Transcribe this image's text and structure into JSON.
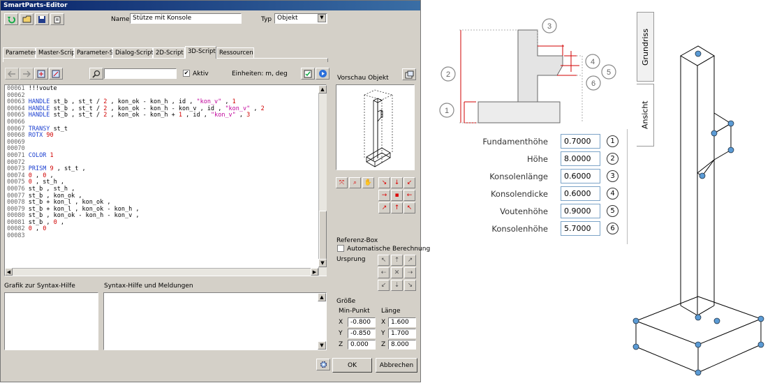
{
  "window": {
    "title": "SmartParts-Editor"
  },
  "header": {
    "name_label": "Name",
    "name_value": "Stütze mit Konsole",
    "type_label": "Typ",
    "type_value": "Objekt"
  },
  "tabs": [
    "Parameter",
    "Master-Script",
    "Parameter-Script",
    "Dialog-Script",
    "2D-Script",
    "3D-Script",
    "Ressourcen"
  ],
  "active_tab": "3D-Script",
  "script_toolbar": {
    "search_value": "",
    "aktiv_label": "Aktiv",
    "aktiv_checked": true,
    "units_label": "Einheiten: m, deg"
  },
  "code_lines": [
    {
      "n": "00061",
      "t": "!!!voute"
    },
    {
      "n": "00062",
      "t": ""
    },
    {
      "n": "00063",
      "t": "HANDLE st_b , st_t / 2 , kon_ok - kon_h , id , \"kon_v\" , 1"
    },
    {
      "n": "00064",
      "t": "HANDLE st_b , st_t / 2 , kon_ok - kon_h - kon_v , id , \"kon_v\" , 2"
    },
    {
      "n": "00065",
      "t": "HANDLE st_b , st_t / 2 , kon_ok - kon_h + 1 , id , \"kon_v\" , 3"
    },
    {
      "n": "00066",
      "t": ""
    },
    {
      "n": "00067",
      "t": "TRANSY st_t"
    },
    {
      "n": "00068",
      "t": "ROTX 90"
    },
    {
      "n": "00069",
      "t": ""
    },
    {
      "n": "00070",
      "t": ""
    },
    {
      "n": "00071",
      "t": "COLOR 1"
    },
    {
      "n": "00072",
      "t": ""
    },
    {
      "n": "00073",
      "t": "PRISM 9 , st_t ,"
    },
    {
      "n": "00074",
      "t": "0 , 0 ,"
    },
    {
      "n": "00075",
      "t": "0 , st_h ,"
    },
    {
      "n": "00076",
      "t": "st_b , st_h ,"
    },
    {
      "n": "00077",
      "t": "st_b , kon_ok ,"
    },
    {
      "n": "00078",
      "t": "st_b + kon_l , kon_ok ,"
    },
    {
      "n": "00079",
      "t": "st_b + kon_l , kon_ok - kon_h ,"
    },
    {
      "n": "00080",
      "t": "st_b , kon_ok - kon_h - kon_v ,"
    },
    {
      "n": "00081",
      "t": "st_b , 0 ,"
    },
    {
      "n": "00082",
      "t": "0 , 0"
    },
    {
      "n": "00083",
      "t": ""
    }
  ],
  "keywords": [
    "HANDLE",
    "TRANSY",
    "ROTX",
    "COLOR",
    "PRISM"
  ],
  "preview": {
    "label": "Vorschau Objekt"
  },
  "referenz": {
    "title": "Referenz-Box",
    "auto_label": "Automatische Berechnung",
    "auto_checked": false,
    "origin_label": "Ursprung"
  },
  "groesse": {
    "title": "Größe",
    "min_label": "Min-Punkt",
    "len_label": "Länge",
    "rows": [
      {
        "axis": "X",
        "min": "-0.800",
        "len": "1.600"
      },
      {
        "axis": "Y",
        "min": "-0.850",
        "len": "1.700"
      },
      {
        "axis": "Z",
        "min": "0.000",
        "len": "8.000"
      }
    ]
  },
  "bottom": {
    "syntax_graphic_label": "Grafik zur Syntax-Hilfe",
    "syntax_help_label": "Syntax-Hilfe und Meldungen",
    "ok": "OK",
    "cancel": "Abbrechen"
  },
  "params": [
    {
      "label": "Fundamenthöhe",
      "value": "0.7000",
      "n": "1"
    },
    {
      "label": "Höhe",
      "value": "8.0000",
      "n": "2"
    },
    {
      "label": "Konsolenlänge",
      "value": "0.6000",
      "n": "3"
    },
    {
      "label": "Konsolendicke",
      "value": "0.6000",
      "n": "4"
    },
    {
      "label": "Voutenhöhe",
      "value": "0.9000",
      "n": "5"
    },
    {
      "label": "Konsolenhöhe",
      "value": "5.7000",
      "n": "6"
    }
  ],
  "diagram_numbers": [
    "1",
    "2",
    "3",
    "4",
    "5",
    "6"
  ],
  "side_tabs": {
    "top": "Grundriss",
    "bottom": "Ansicht"
  },
  "colors": {
    "titlebar": "#0a246a",
    "keyword": "#1b3fd0",
    "number": "#d00000",
    "string": "#c0009a",
    "handle": "#5b9bd5",
    "dim_red": "#d00000"
  }
}
